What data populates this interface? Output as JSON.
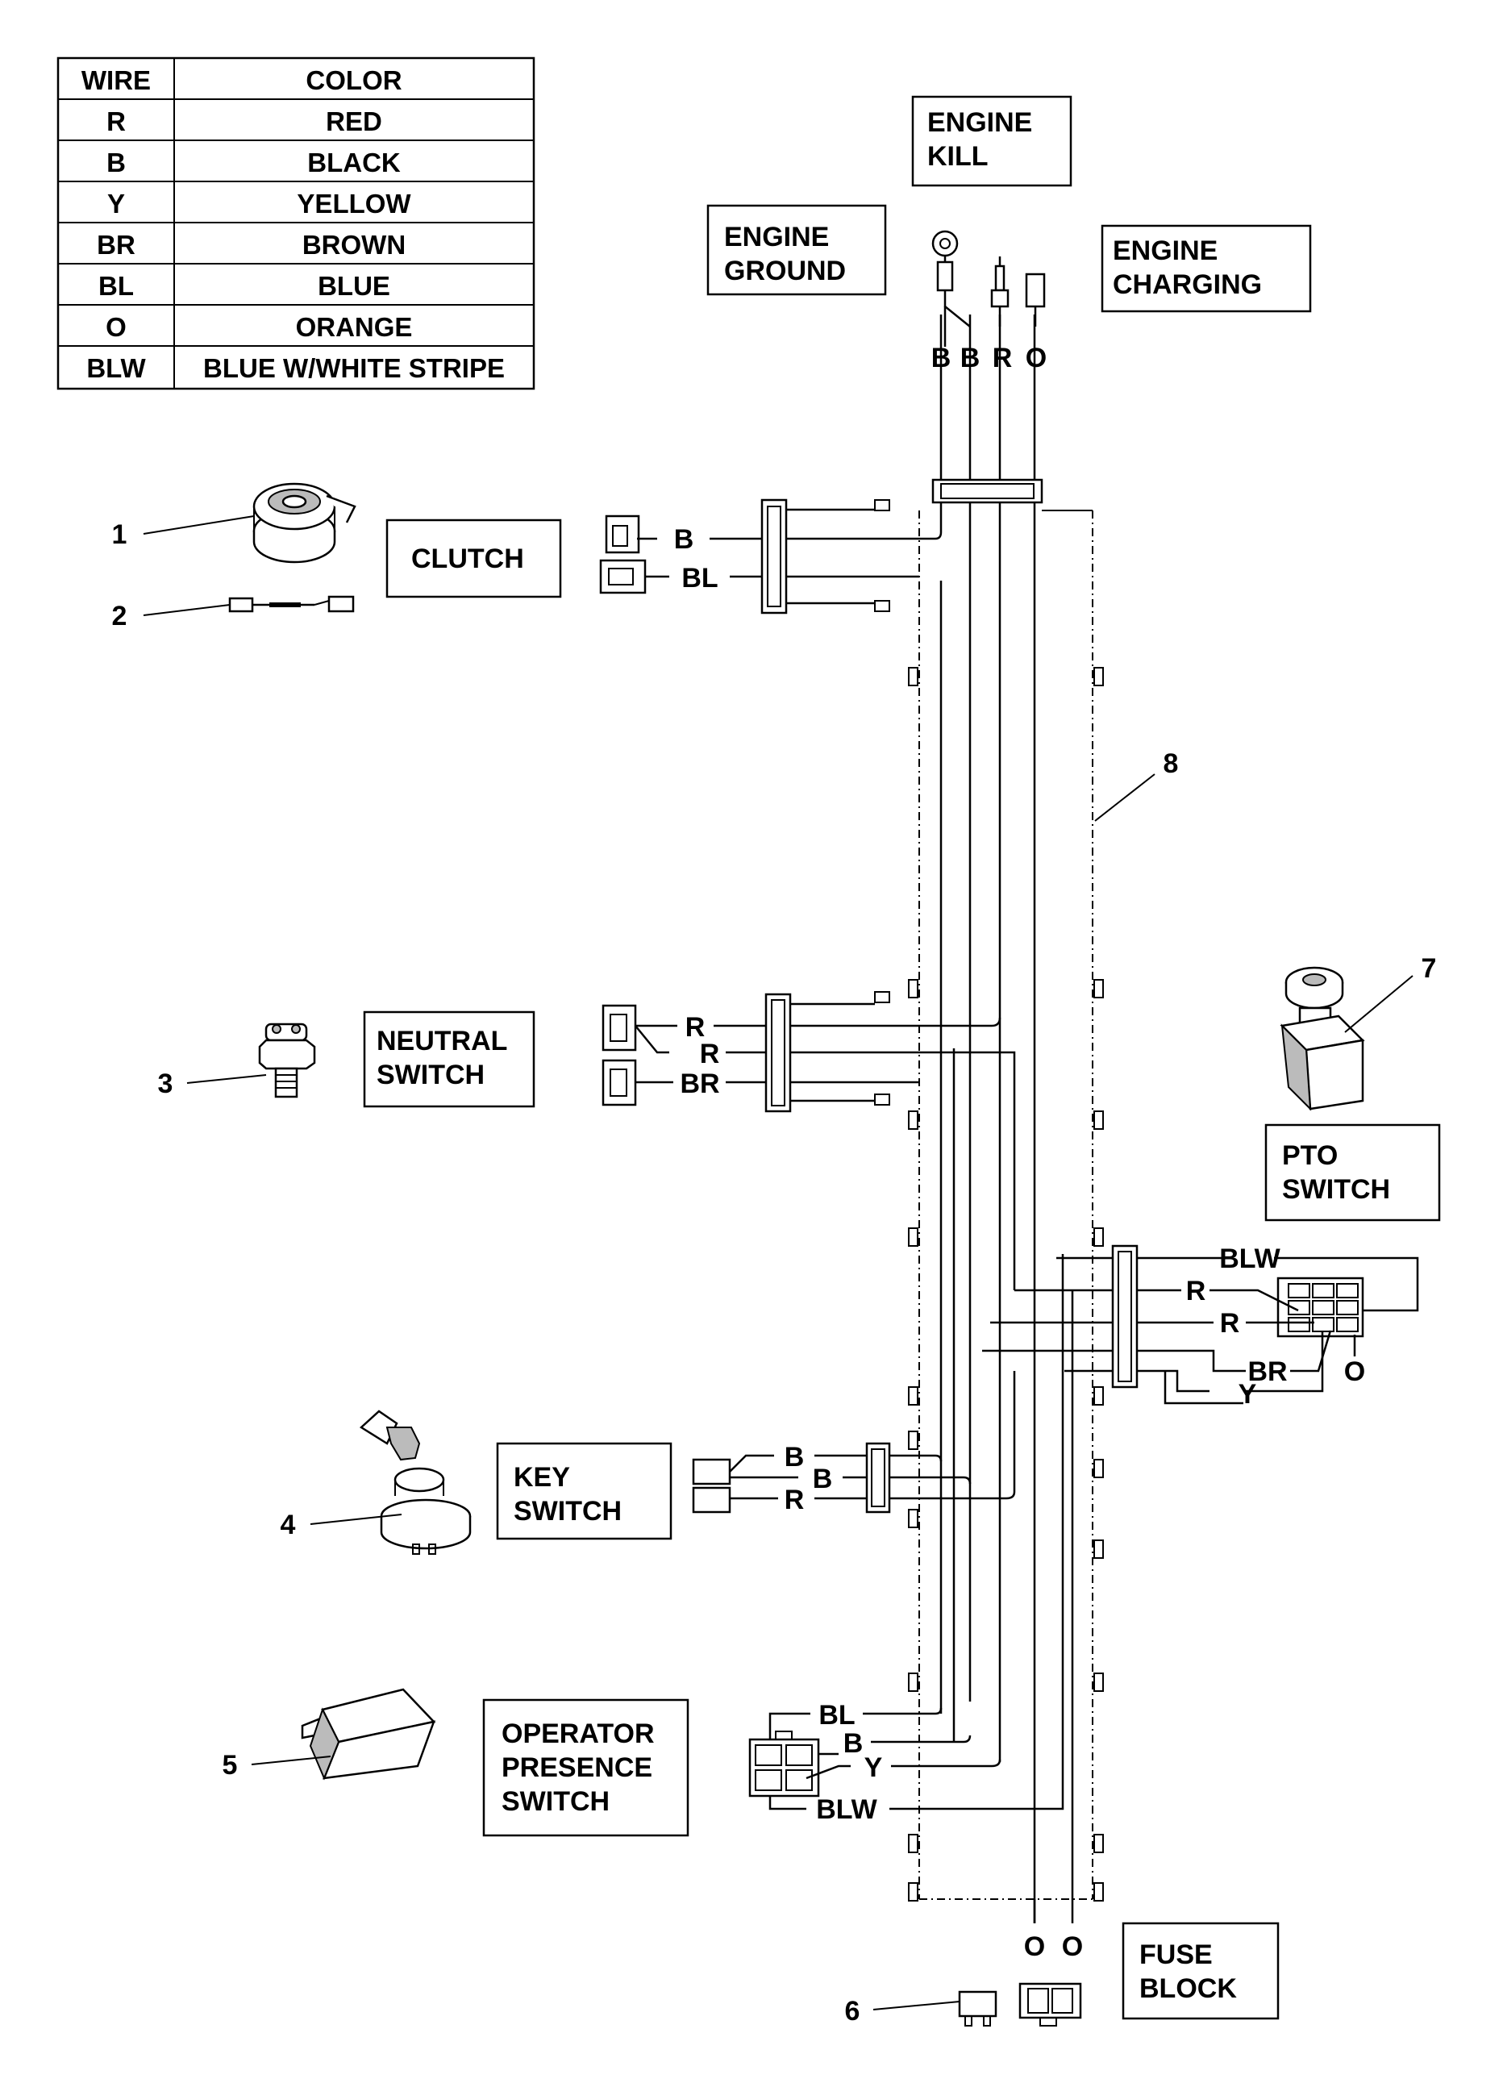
{
  "legend": {
    "header": [
      "WIRE",
      "COLOR"
    ],
    "rows": [
      [
        "R",
        "RED"
      ],
      [
        "B",
        "BLACK"
      ],
      [
        "Y",
        "YELLOW"
      ],
      [
        "BR",
        "BROWN"
      ],
      [
        "BL",
        "BLUE"
      ],
      [
        "O",
        "ORANGE"
      ],
      [
        "BLW",
        "BLUE W/WHITE STRIPE"
      ]
    ]
  },
  "components": {
    "engine_kill": [
      "ENGINE",
      "KILL"
    ],
    "engine_ground": [
      "ENGINE",
      "GROUND"
    ],
    "engine_charging": [
      "ENGINE",
      "CHARGING"
    ],
    "clutch": [
      "CLUTCH"
    ],
    "neutral_switch": [
      "NEUTRAL",
      "SWITCH"
    ],
    "pto_switch": [
      "PTO",
      "SWITCH"
    ],
    "key_switch": [
      "KEY",
      "SWITCH"
    ],
    "operator_presence_switch": [
      "OPERATOR",
      "PRESENCE",
      "SWITCH"
    ],
    "fuse_block": [
      "FUSE",
      "BLOCK"
    ]
  },
  "callouts": [
    "1",
    "2",
    "3",
    "4",
    "5",
    "6",
    "7",
    "8"
  ],
  "wire_labels": {
    "engine_top": [
      "B",
      "B",
      "R",
      "O"
    ],
    "clutch": [
      "B",
      "BL"
    ],
    "neutral": [
      "R",
      "R",
      "BR"
    ],
    "pto_left": [
      "BLW",
      "R",
      "R",
      "BR",
      "Y"
    ],
    "pto_right": [
      "O"
    ],
    "key": [
      "B",
      "B",
      "R"
    ],
    "operator": [
      "BL",
      "B",
      "Y",
      "BLW"
    ],
    "fuse": [
      "O",
      "O"
    ]
  }
}
